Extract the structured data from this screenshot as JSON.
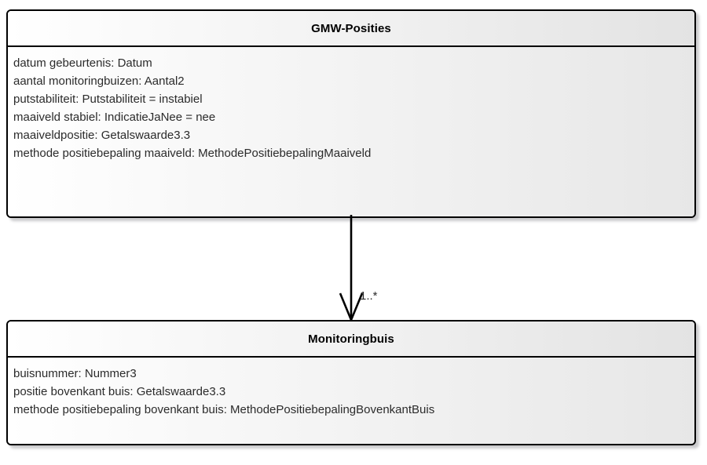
{
  "diagram": {
    "type": "uml-class-diagram",
    "background_color": "#ffffff",
    "border_color": "#000000",
    "text_color": "#2b2b2b"
  },
  "classes": [
    {
      "id": "gmw-posities",
      "name": "GMW-Posities",
      "attributes": [
        "datum gebeurtenis: Datum",
        "aantal monitoringbuizen: Aantal2",
        "putstabiliteit: Putstabiliteit = instabiel",
        "maaiveld stabiel: IndicatieJaNee = nee",
        "maaiveldpositie: Getalswaarde3.3",
        "methode positiebepaling maaiveld: MethodePositiebepalingMaaiveld"
      ]
    },
    {
      "id": "monitoringbuis",
      "name": "Monitoringbuis",
      "attributes": [
        "buisnummer: Nummer3",
        "positie bovenkant buis: Getalswaarde3.3",
        "methode positiebepaling bovenkant buis: MethodePositiebepalingBovenkantBuis"
      ]
    }
  ],
  "association": {
    "from": "GMW-Posities",
    "to": "Monitoringbuis",
    "multiplicity": "1..*",
    "arrow": "open-arrow",
    "line_color": "#000000"
  }
}
